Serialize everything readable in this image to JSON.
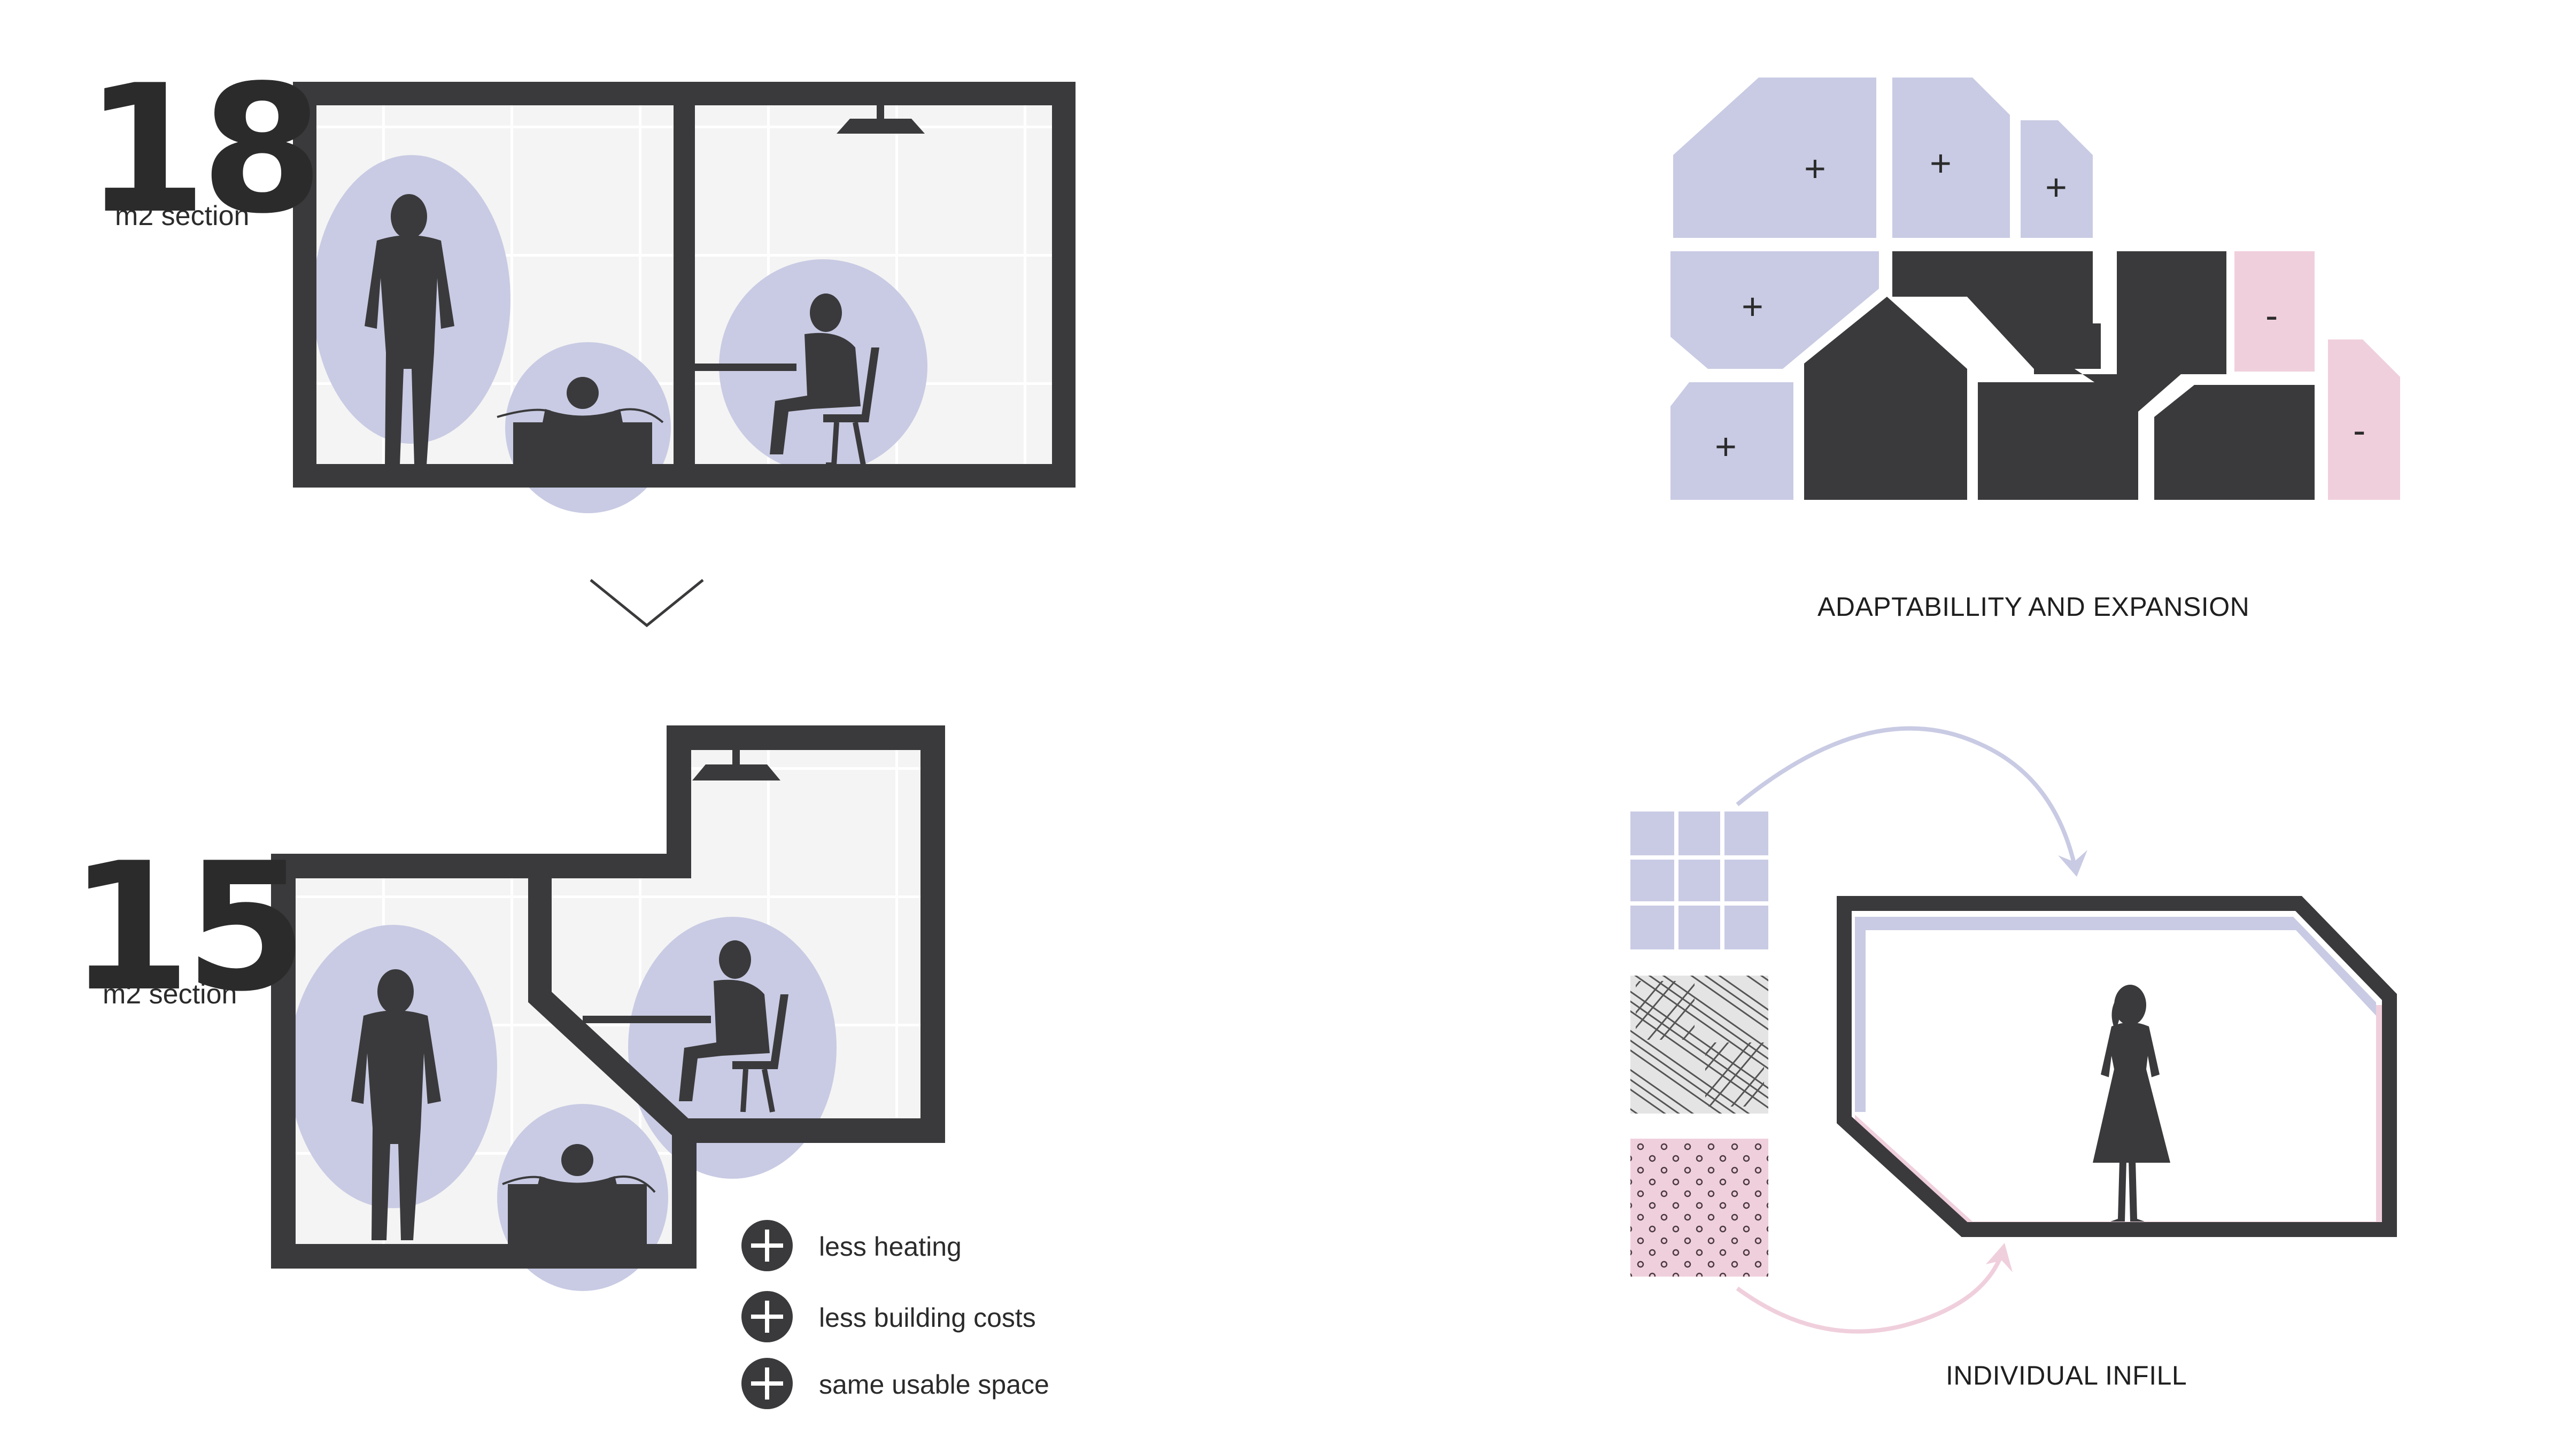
{
  "section_18": {
    "number": "18",
    "label": "m2 section"
  },
  "section_15": {
    "number": "15",
    "label": "m2 section"
  },
  "benefits": [
    {
      "label": "less heating",
      "icon": "plus-circle-icon"
    },
    {
      "label": "less building costs",
      "icon": "plus-circle-icon"
    },
    {
      "label": "same usable space",
      "icon": "plus-circle-icon"
    }
  ],
  "adaptability": {
    "caption": "ADAPTABILLITY AND EXPANSION",
    "add_symbol": "+",
    "remove_symbol": "-"
  },
  "infill": {
    "caption": "INDIVIDUAL INFILL"
  },
  "colors": {
    "dark": "#3a3a3c",
    "lavender": "#c9cbe4",
    "pink": "#f0cfdc",
    "grid_bg": "#f4f4f4"
  }
}
